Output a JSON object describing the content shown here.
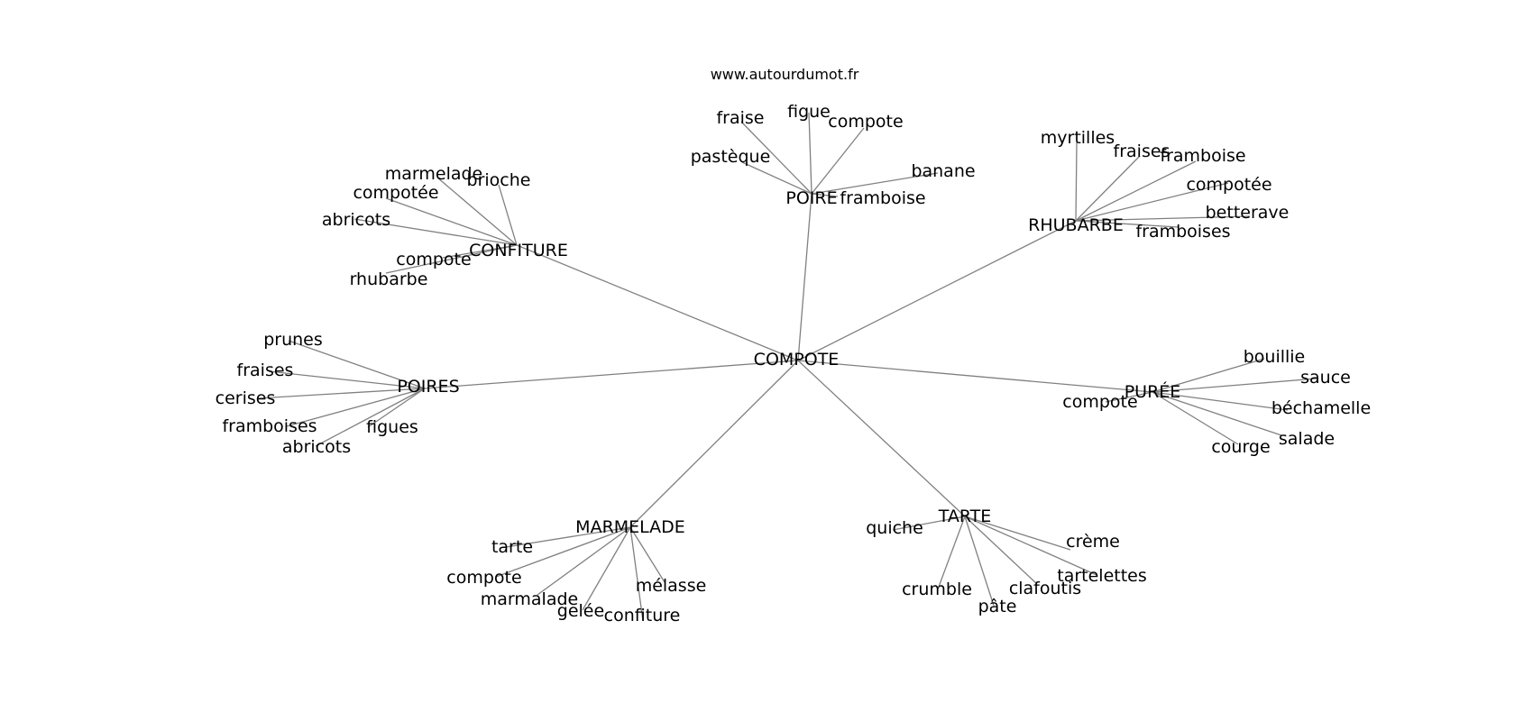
{
  "site": "www.autourdumot.fr",
  "colors": {
    "edge": "#808080",
    "text": "#000000",
    "background": "#ffffff"
  },
  "graph": {
    "center": "COMPOTE",
    "groups": [
      {
        "hub": "POIRE",
        "leaves": [
          "fraise",
          "figue",
          "compote",
          "pastèque",
          "banane",
          "framboise"
        ]
      },
      {
        "hub": "RHUBARBE",
        "leaves": [
          "myrtilles",
          "fraises",
          "framboise",
          "compotée",
          "betterave",
          "framboises"
        ]
      },
      {
        "hub": "CONFITURE",
        "leaves": [
          "marmelade",
          "brioche",
          "compotée",
          "abricots",
          "compote",
          "rhubarbe"
        ]
      },
      {
        "hub": "POIRES",
        "leaves": [
          "prunes",
          "fraises",
          "cerises",
          "framboises",
          "figues",
          "abricots"
        ]
      },
      {
        "hub": "PURÉE",
        "leaves": [
          "bouillie",
          "sauce",
          "béchamelle",
          "compote",
          "salade",
          "courge"
        ]
      },
      {
        "hub": "MARMELADE",
        "leaves": [
          "tarte",
          "compote",
          "marmalade",
          "gelée",
          "confiture",
          "mélasse"
        ]
      },
      {
        "hub": "TARTE",
        "leaves": [
          "quiche",
          "crème",
          "tartelettes",
          "clafoutis",
          "crumble",
          "pâte"
        ]
      }
    ]
  }
}
